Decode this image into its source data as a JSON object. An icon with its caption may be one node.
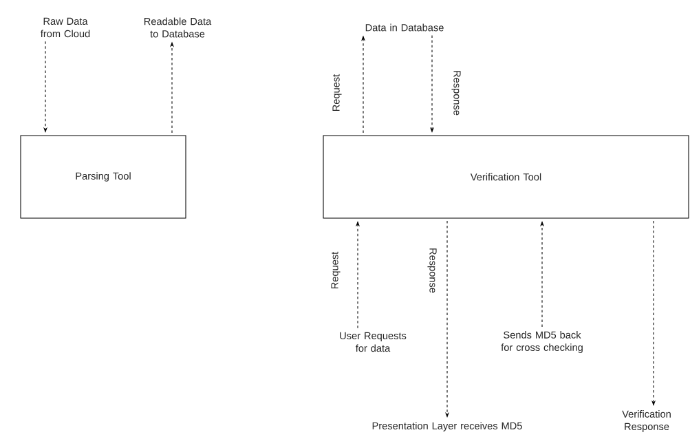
{
  "diagram": {
    "nodes": [
      {
        "text": [
          "Raw Data from Cloud"
        ]
      },
      {
        "text": [
          "Readable Data to Database"
        ]
      },
      {
        "text": [
          "Parsing Tool"
        ]
      },
      {
        "text": [
          "Data in Database"
        ]
      },
      {
        "text": [
          "Verification Tool"
        ]
      },
      {
        "text": [
          "User Requests for data"
        ]
      },
      {
        "text": [
          "Presentation Layer receives MD5"
        ]
      },
      {
        "text": [
          "Sends MD5 back for cross checking"
        ]
      },
      {
        "text": [
          "Verification Response"
        ]
      }
    ],
    "edges": [
      {
        "from": 0,
        "to": 2,
        "arrow": "to",
        "style": "dashed"
      },
      {
        "from": 2,
        "to": 1,
        "arrow": "to",
        "style": "dashed"
      },
      {
        "from": 4,
        "to": 3,
        "arrow": "to",
        "style": "dashed",
        "label": "Request"
      },
      {
        "from": 3,
        "to": 4,
        "arrow": "to",
        "style": "dashed",
        "label": "Response"
      },
      {
        "from": 5,
        "to": 4,
        "arrow": "to",
        "style": "dashed",
        "label": "Request"
      },
      {
        "from": 4,
        "to": 6,
        "arrow": "to",
        "style": "dashed",
        "label": "Response"
      },
      {
        "from": 7,
        "to": 4,
        "arrow": "to",
        "style": "dashed"
      },
      {
        "from": 4,
        "to": 8,
        "arrow": "to",
        "style": "dashed"
      }
    ]
  }
}
